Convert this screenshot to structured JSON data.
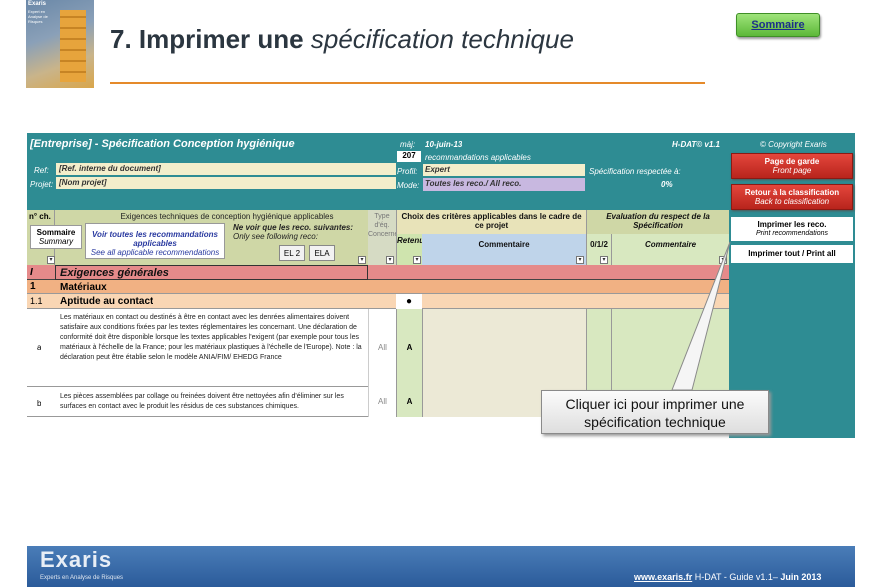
{
  "header": {
    "logo_label": "Exaris",
    "logo_tagline": "Expert en Analyse de Risques",
    "title_bold": "7. Imprimer une",
    "title_italic": "spécification technique",
    "sommaire_label": "Sommaire"
  },
  "sheet": {
    "title": "[Entreprise] - Spécification Conception hygiénique",
    "maj_label": "màj:",
    "maj_date": "10-juin-13",
    "version": "H-DAT© v1.1",
    "copyright": "© Copyright Exaris",
    "ref_label": "Ref:",
    "ref_value": "[Ref. interne du document]",
    "projet_label": "Projet:",
    "projet_value": "[Nom projet]",
    "reco_count": "207",
    "reco_text": "recommandations applicables",
    "profil_label": "Profil:",
    "profil_value": "Expert",
    "mode_label": "Mode:",
    "mode_value": "Toutes les reco./ All reco.",
    "spec_resp_label": "Spécification respectée à:",
    "spec_resp_value": "0%",
    "btn_page_garde_fr": "Page de garde",
    "btn_page_garde_en": "Front page",
    "btn_retour_fr": "Retour à la classification",
    "btn_retour_en": "Back to classification",
    "print_reco_fr": "Imprimer les reco.",
    "print_reco_en": "Print recommendations",
    "print_all": "Imprimer tout / Print all",
    "col_nch": "n° ch.",
    "col_exigences": "Exigences techniques de conception hygiénique applicables",
    "sommaire_fr": "Sommaire",
    "sommaire_en": "Summary",
    "voir_toutes_fr": "Voir toutes les recommandations applicables",
    "voir_toutes_en": "See all applicable recommendations",
    "ne_voir_fr": "Ne voir que les reco. suivantes:",
    "ne_voir_en": "Only see following reco:",
    "chip_el2": "EL 2",
    "chip_ela": "ELA",
    "col_type": "Type d'éq. Concerné",
    "col_choix": "Choix des critères applicables dans le cadre de ce projet",
    "col_retenu": "Retenu?",
    "col_commentaire": "Commentaire",
    "col_eval": "Evaluation du respect de la Spécification",
    "col_012": "0/1/2",
    "col_commentaire2": "Commentaire",
    "row_I_num": "I",
    "row_I_label": "Exigences générales",
    "row_1_num": "1",
    "row_1_label": "Matériaux",
    "row_11_num": "1.1",
    "row_11_label": "Aptitude au contact",
    "row_a_letter": "a",
    "row_a_text": "Les matériaux en contact ou destinés à être en contact avec les denrées alimentaires doivent satisfaire aux conditions fixées par les textes réglementaires les concernant. Une déclaration de conformité doit être disponible lorsque les textes applicables l'exigent (par exemple pour tous les matériaux à l'échelle de la France; pour les matériaux plastiques à l'échelle de l'Europe). Note : la déclaration peut être établie selon le modèle ANIA/FIM/ EHEDG France",
    "row_a_type": "All",
    "row_a_retenu": "A",
    "row_b_letter": "b",
    "row_b_text": "Les pièces assemblées par collage ou freinées doivent être nettoyées afin d'éliminer sur les surfaces en contact avec le produit les résidus de ces substances chimiques.",
    "row_b_type": "All",
    "row_b_retenu": "A",
    "bullet": "●"
  },
  "callout": {
    "line1": "Cliquer ici pour imprimer une",
    "line2": "spécification technique"
  },
  "footer": {
    "logo": "Exaris",
    "tagline": "Experts en Analyse de Risques",
    "url": "www.exaris.fr",
    "guide": " H-DAT -  Guide v1.1– ",
    "date": "Juin 2013"
  },
  "colors": {
    "teal": "#2e8c93",
    "red": "#c8312a",
    "orange": "#e58a2a",
    "green": "#d8e8c0"
  }
}
